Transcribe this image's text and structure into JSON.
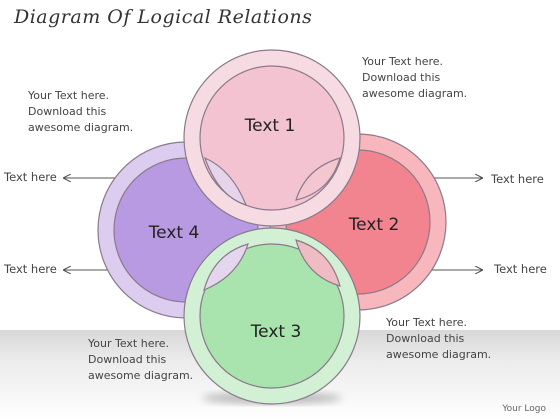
{
  "title": "Diagram Of Logical Relations",
  "circles": [
    {
      "label": "Text 1",
      "fill": "#f3c3d2",
      "ring": "#f7dbe3"
    },
    {
      "label": "Text 2",
      "fill": "#f2848f",
      "ring": "#f7b7bd"
    },
    {
      "label": "Text 3",
      "fill": "#a9e3ad",
      "ring": "#d2f0d4"
    },
    {
      "label": "Text 4",
      "fill": "#b89ae2",
      "ring": "#dccdf0"
    }
  ],
  "notes": {
    "top_left": "Your Text here. Download this awesome diagram.",
    "top_right": "Your Text here. Download this awesome diagram.",
    "bottom_left": "Your Text here. Download this awesome diagram.",
    "bottom_right": "Your Text here. Download this awesome diagram."
  },
  "side_labels": {
    "left_upper": "Text here",
    "left_lower": "Text here",
    "right_upper": "Text here",
    "right_lower": "Text here"
  },
  "logo": "Your Logo"
}
